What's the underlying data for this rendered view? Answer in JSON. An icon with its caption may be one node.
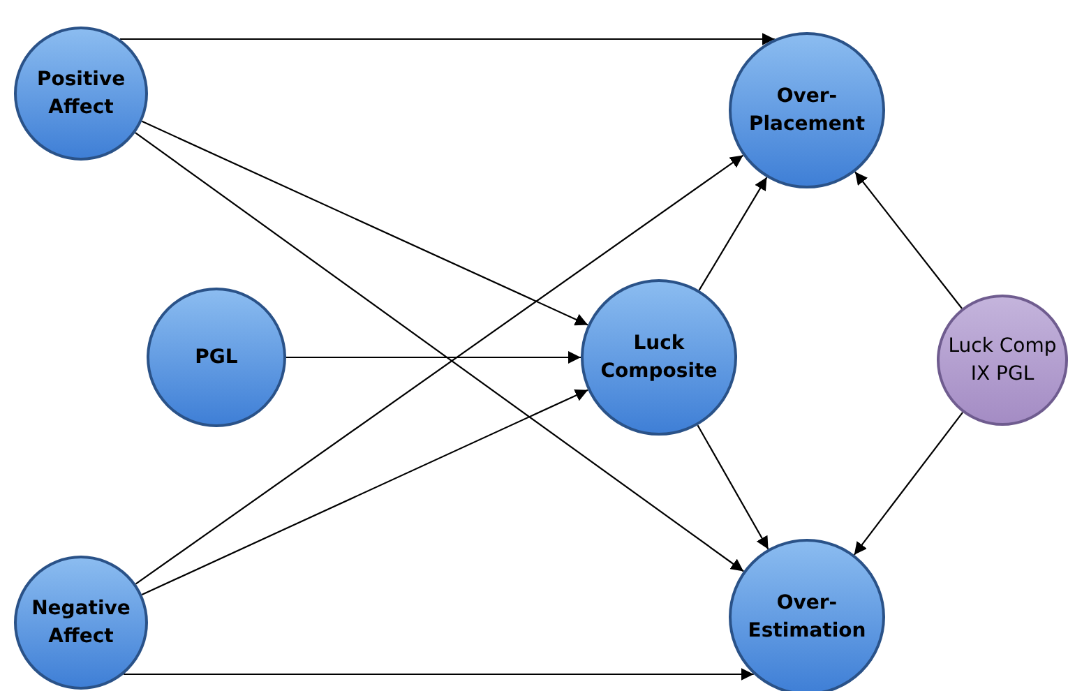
{
  "diagram": {
    "nodes": [
      {
        "text": [
          "Positive Affect"
        ]
      },
      {
        "text": [
          "PGL"
        ]
      },
      {
        "text": [
          "Negative Affect"
        ]
      },
      {
        "text": [
          "Over-Placement"
        ]
      },
      {
        "text": [
          "Luck Composite"
        ]
      },
      {
        "text": [
          "Luck Comp IX PGL"
        ]
      },
      {
        "text": [
          "Over-Estimation"
        ]
      }
    ],
    "edges": [
      {
        "from": 0,
        "to": 3,
        "arrow": "to"
      },
      {
        "from": 0,
        "to": 4,
        "arrow": "to"
      },
      {
        "from": 0,
        "to": 6,
        "arrow": "to"
      },
      {
        "from": 1,
        "to": 4,
        "arrow": "to"
      },
      {
        "from": 2,
        "to": 3,
        "arrow": "to"
      },
      {
        "from": 2,
        "to": 4,
        "arrow": "to"
      },
      {
        "from": 2,
        "to": 6,
        "arrow": "to"
      },
      {
        "from": 4,
        "to": 3,
        "arrow": "to"
      },
      {
        "from": 4,
        "to": 6,
        "arrow": "to"
      },
      {
        "from": 5,
        "to": 3,
        "arrow": "to"
      },
      {
        "from": 5,
        "to": 6,
        "arrow": "to"
      }
    ]
  }
}
